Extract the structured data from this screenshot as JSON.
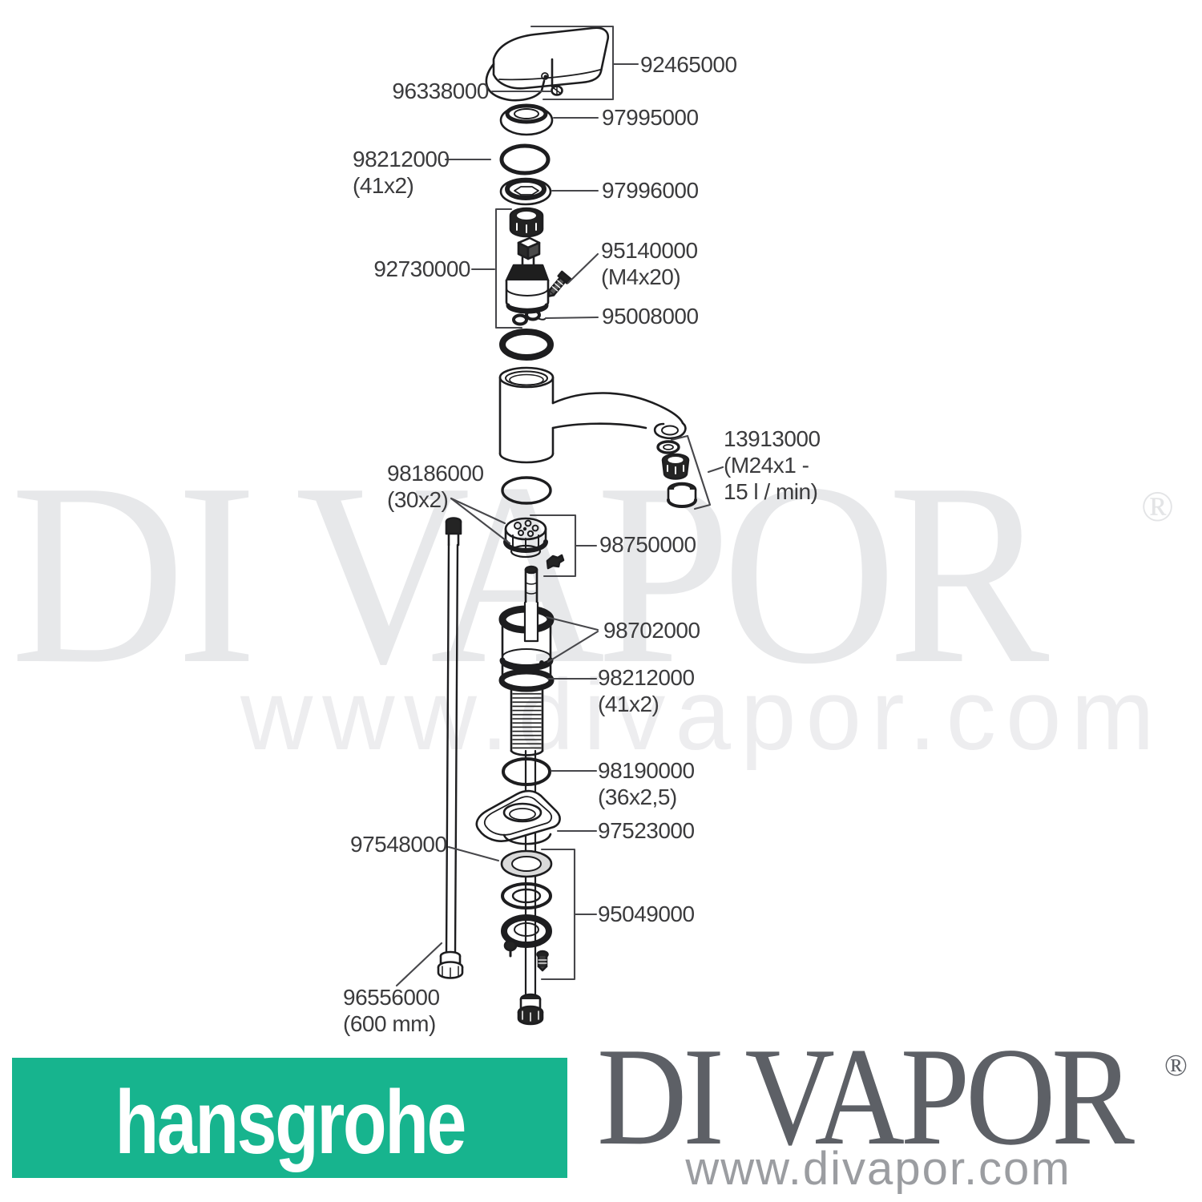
{
  "watermark": {
    "brand": "DI VAPOR",
    "registered": "®",
    "url": "www.divapor.com"
  },
  "footer": {
    "hansgrohe": {
      "label": "hansgrohe",
      "bg_color": "#17b48e",
      "text_color": "#ffffff"
    },
    "divapor": {
      "brand": "DI VAPOR",
      "registered": "®",
      "url": "www.divapor.com",
      "brand_color": "#5d6066",
      "url_color": "#9b9da1"
    }
  },
  "diagram": {
    "type": "exploded-parts-diagram",
    "line_color": "#1d1d1f",
    "label_color": "#3b3b3d",
    "parts": [
      {
        "number": "92465000"
      },
      {
        "number": "96338000"
      },
      {
        "number": "97995000"
      },
      {
        "number": "98212000",
        "detail": "(41x2)"
      },
      {
        "number": "97996000"
      },
      {
        "number": "92730000"
      },
      {
        "number": "95140000",
        "detail": "(M4x20)"
      },
      {
        "number": "95008000"
      },
      {
        "number": "13913000",
        "detail": "(M24x1 -",
        "detail2": "15 l / min)"
      },
      {
        "number": "98186000",
        "detail": "(30x2)"
      },
      {
        "number": "98750000"
      },
      {
        "number": "98702000"
      },
      {
        "number": "98212000",
        "detail": "(41x2)"
      },
      {
        "number": "98190000",
        "detail": "(36x2,5)"
      },
      {
        "number": "97523000"
      },
      {
        "number": "95049000"
      },
      {
        "number": "97548000"
      },
      {
        "number": "96556000",
        "detail": "(600 mm)"
      }
    ]
  }
}
